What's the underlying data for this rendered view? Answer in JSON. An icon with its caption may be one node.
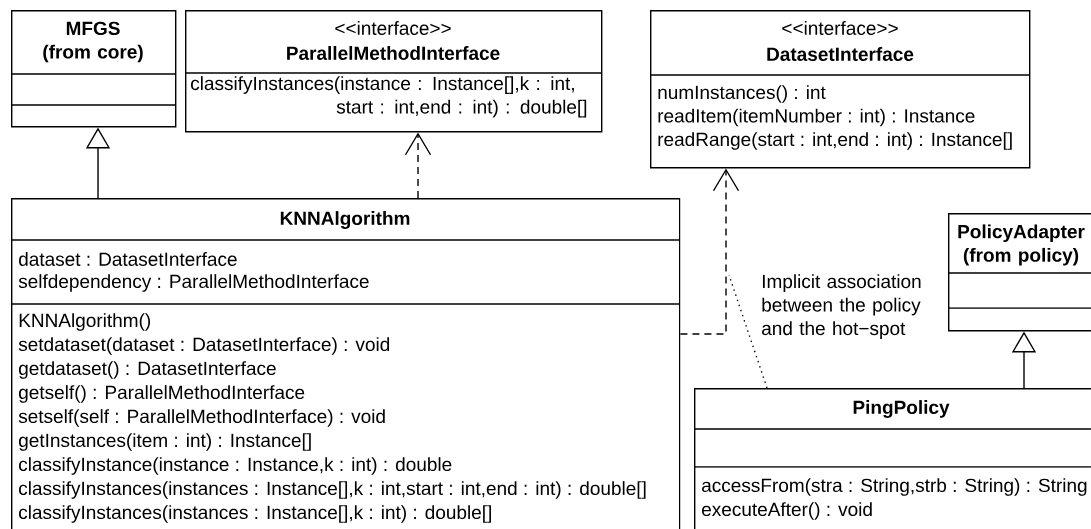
{
  "diagram": {
    "nodes": [
      {
        "text": [
          "MFGS (from core)"
        ]
      },
      {
        "text": [
          "<<interface>>",
          "ParallelMethodInterface",
          "classifyInstances(instance : Instance[],k : int, start : int,end : int) : double[]"
        ]
      },
      {
        "text": [
          "<<interface>>",
          "DatasetInterface",
          "numInstances() : int",
          "readItem(itemNumber : int) : Instance",
          "readRange(start : int,end : int) : Instance[]"
        ]
      },
      {
        "text": [
          "KNNAlgorithm",
          "dataset : DatasetInterface",
          "selfdependency : ParallelMethodInterface",
          "KNNAlgorithm()",
          "setdataset(dataset : DatasetInterface) : void",
          "getdataset() : DatasetInterface",
          "getself() : ParallelMethodInterface",
          "setself(self : ParallelMethodInterface) : void",
          "getInstances(item : int) : Instance[]",
          "classifyInstance(instance : Instance,k : int) : double",
          "classifyInstances(instances : Instance[],k : int,start : int,end : int) : double[]",
          "classifyInstances(instances : Instance[],k : int) : double[]"
        ]
      },
      {
        "text": [
          "PolicyAdapter (from policy)"
        ]
      },
      {
        "text": [
          "PingPolicy",
          "accessFrom(stra : String,strb : String) : String",
          "executeAfter() : void"
        ]
      }
    ],
    "edges": [
      {
        "from": 3,
        "to": 0,
        "arrow": "to"
      },
      {
        "from": 3,
        "to": 1,
        "arrow": "to",
        "style": "dashed"
      },
      {
        "from": 3,
        "to": 2,
        "arrow": "to",
        "style": "dashed"
      },
      {
        "from": 5,
        "to": 4,
        "arrow": "to"
      },
      {
        "from": 5,
        "to": null,
        "arrow": "none",
        "style": "dashed",
        "label": "Implicit association between the policy and the hot−spot"
      }
    ]
  }
}
